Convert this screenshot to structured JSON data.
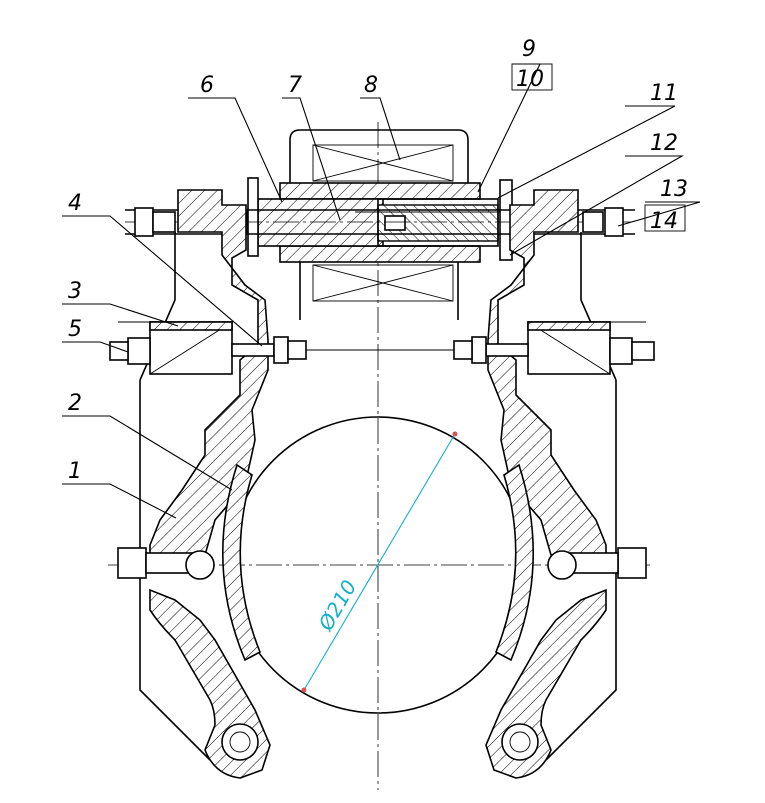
{
  "callouts": {
    "c1": "1",
    "c2": "2",
    "c3": "3",
    "c4": "4",
    "c5": "5",
    "c6": "6",
    "c7": "7",
    "c8": "8",
    "c9": "9",
    "c10": "10",
    "c11": "11",
    "c12": "12",
    "c13": "13",
    "c14": "14"
  },
  "dimension": {
    "diameter": "Ø210"
  },
  "colors": {
    "outline": "#000000",
    "dimension": "#14b0c8",
    "node": "#e05050"
  }
}
